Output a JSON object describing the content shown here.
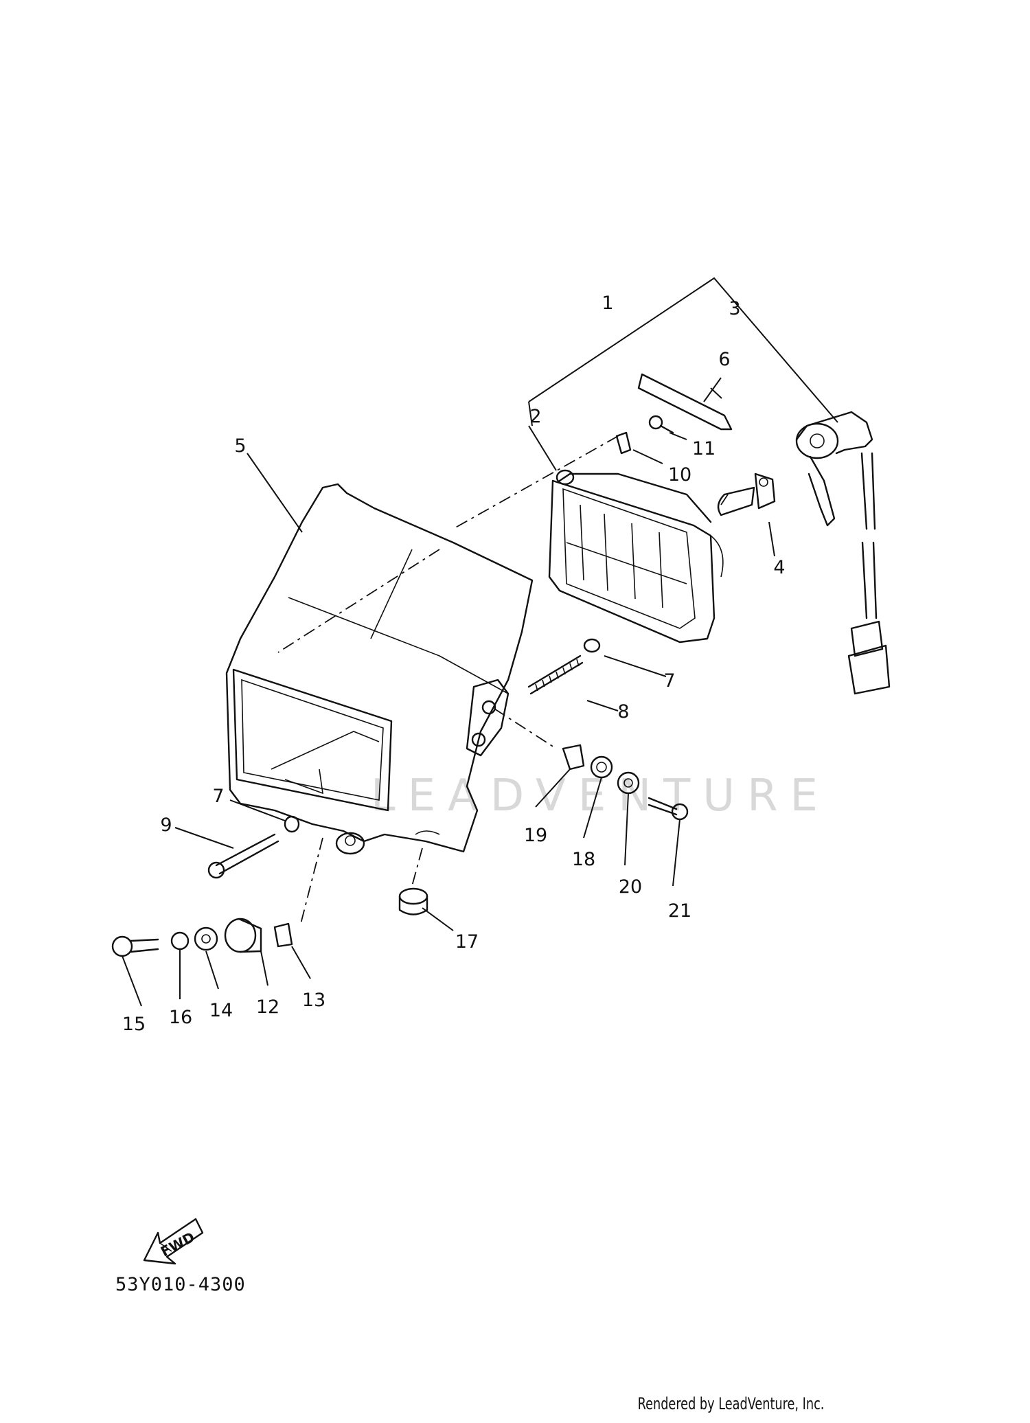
{
  "diagram": {
    "callouts": [
      "1",
      "2",
      "3",
      "4",
      "5",
      "6",
      "7",
      "7",
      "8",
      "9",
      "10",
      "11",
      "12",
      "13",
      "14",
      "15",
      "16",
      "17",
      "18",
      "19",
      "20",
      "21"
    ],
    "direction_label": "FWD",
    "diagram_code": "53Y010-4300",
    "watermark_text": "LEADVENTURE",
    "credit": "Rendered by LeadVenture, Inc."
  }
}
